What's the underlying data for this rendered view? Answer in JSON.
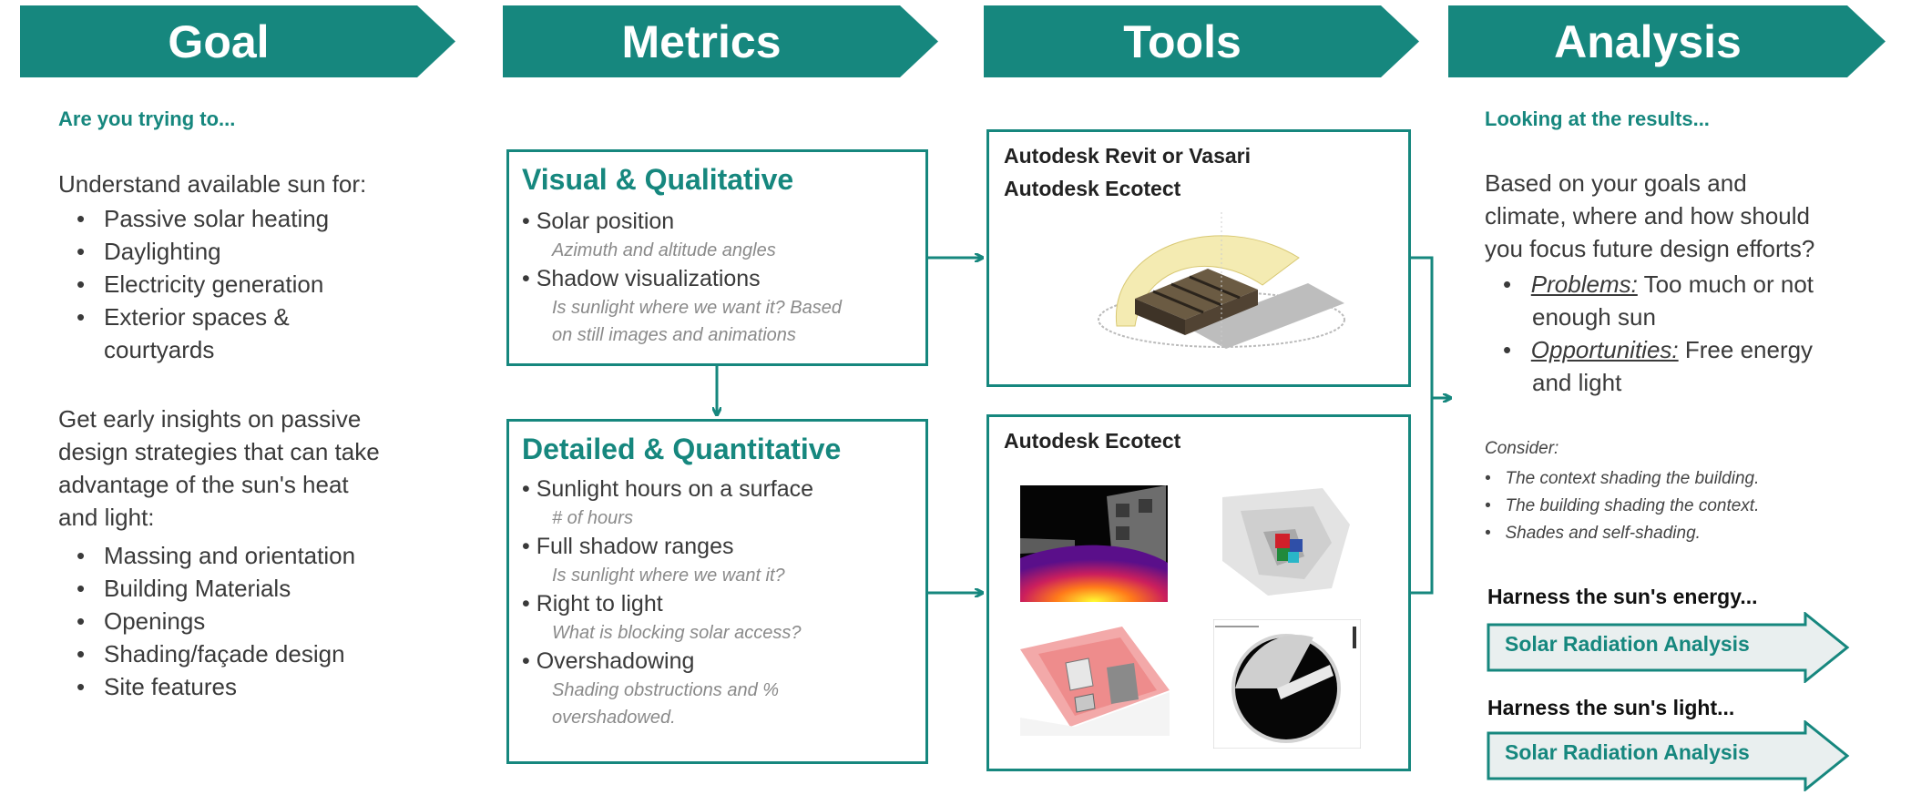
{
  "headers": {
    "goal": "Goal",
    "metrics": "Metrics",
    "tools": "Tools",
    "analysis": "Analysis"
  },
  "goal": {
    "subtitle": "Are you trying to...",
    "intro1": "Understand available sun for:",
    "list1": [
      "Passive solar heating",
      "Daylighting",
      "Electricity generation",
      "Exterior spaces &",
      "courtyards"
    ],
    "intro2_lines": [
      "Get early insights on passive",
      "design strategies that can take",
      "advantage of the sun's heat",
      "and light:"
    ],
    "list2": [
      "Massing and orientation",
      "Building Materials",
      "Openings",
      "Shading/façade design",
      "Site features"
    ]
  },
  "metrics": {
    "visual": {
      "title": "Visual & Qualitative",
      "items": [
        {
          "label": "Solar position",
          "note_lines": [
            "Azimuth and altitude angles"
          ]
        },
        {
          "label": "Shadow visualizations",
          "note_lines": [
            "Is sunlight where we want it? Based",
            "on still images and animations"
          ]
        }
      ]
    },
    "detailed": {
      "title": "Detailed & Quantitative",
      "items": [
        {
          "label": "Sunlight hours on a surface",
          "note_lines": [
            "# of hours"
          ]
        },
        {
          "label": "Full shadow ranges",
          "note_lines": [
            "Is sunlight where we want it?"
          ]
        },
        {
          "label": "Right to light",
          "note_lines": [
            "What is blocking solar access?"
          ]
        },
        {
          "label": "Overshadowing",
          "note_lines": [
            "Shading obstructions and %",
            "overshadowed."
          ]
        }
      ]
    }
  },
  "tools": {
    "top_lines": [
      "Autodesk Revit or Vasari",
      "Autodesk Ecotect"
    ],
    "bottom_title": "Autodesk Ecotect"
  },
  "analysis": {
    "subtitle": "Looking at the results...",
    "intro_lines": [
      "Based on your goals and",
      "climate, where and how should",
      "you focus future design efforts?"
    ],
    "problems_label": "Problems:",
    "problems_text_1": " Too much or not",
    "problems_text_2": "enough sun",
    "opportunities_label": "Opportunities:",
    "opportunities_text_1": " Free energy",
    "opportunities_text_2": "and light",
    "consider_title": "Consider:",
    "consider_items": [
      "The context shading the building.",
      "The building shading the context.",
      "Shades and self-shading."
    ],
    "harness_energy": "Harness the sun's energy...",
    "harness_energy_button": "Solar Radiation Analysis",
    "harness_light": "Harness the sun's light...",
    "harness_light_button": "Solar Radiation Analysis"
  },
  "colors": {
    "teal": "#16877e",
    "arrow_fill": "#e9efef"
  }
}
